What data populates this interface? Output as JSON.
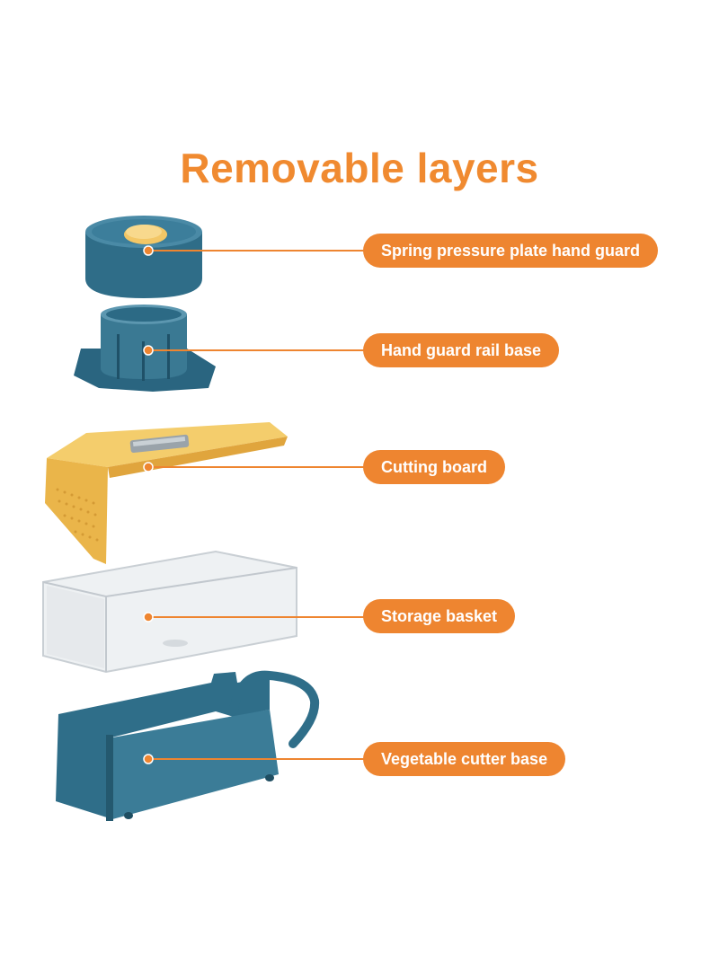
{
  "title": "Removable layers",
  "accent_color": "#ee8530",
  "parts": [
    {
      "label": "Spring pressure plate hand guard",
      "color": "#3d7a95"
    },
    {
      "label": "Hand guard rail base",
      "color": "#3d7a95"
    },
    {
      "label": "Cutting board",
      "color": "#f2c45c"
    },
    {
      "label": "Storage basket",
      "color": "#e6e9ec"
    },
    {
      "label": "Vegetable cutter base",
      "color": "#33718b"
    }
  ]
}
